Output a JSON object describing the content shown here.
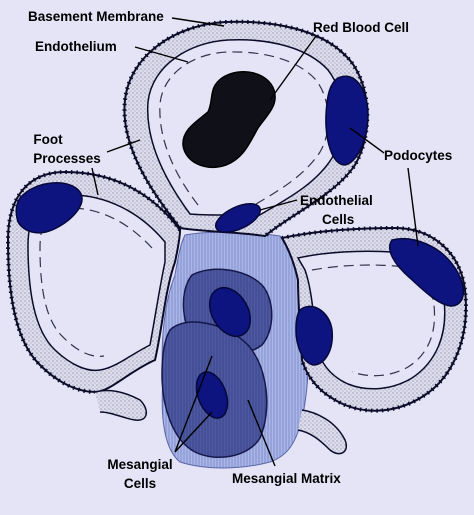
{
  "labels": {
    "basement_membrane": "Basement Membrane",
    "endothelium": "Endothelium",
    "red_blood_cell": "Red Blood Cell",
    "foot_processes_line1": "Foot",
    "foot_processes_line2": "Processes",
    "podocytes": "Podocytes",
    "endothelial_cells_line1": "Endothelial",
    "endothelial_cells_line2": "Cells",
    "mesangial_cells_line1": "Mesangial",
    "mesangial_cells_line2": "Cells",
    "mesangial_matrix": "Mesangial Matrix"
  },
  "colors": {
    "background": "#e4e4f6",
    "membrane_fill": "#dcdcec",
    "outline": "#0c0c2a",
    "nucleus": "#0d1480",
    "red_blood_cell": "#101018",
    "mesangial_matrix": "#aab6e6",
    "mesangial_cells": "#4e5aa2",
    "mesangial_cells_dark": "#283070"
  }
}
